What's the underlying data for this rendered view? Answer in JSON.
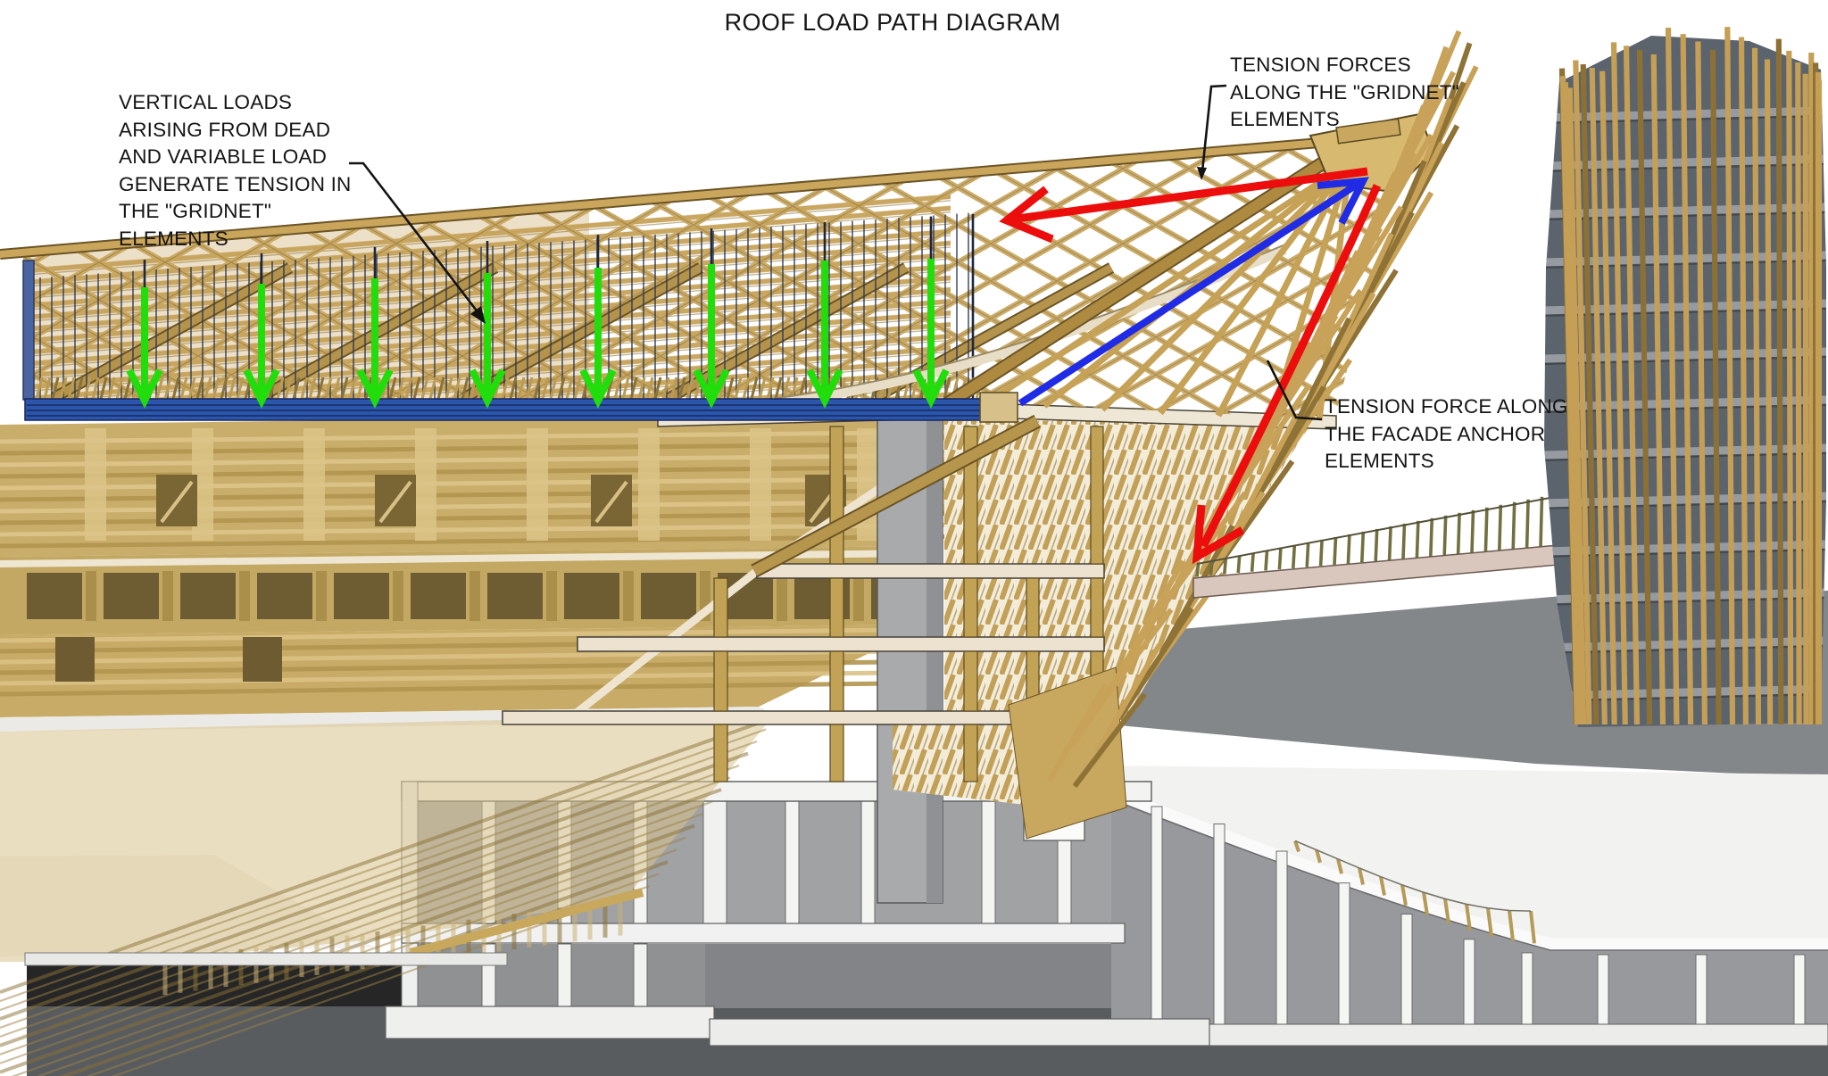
{
  "title": "ROOF LOAD PATH DIAGRAM",
  "annotations": {
    "vertical_loads": {
      "lines": [
        "VERTICAL LOADS",
        "ARISING FROM DEAD",
        "AND VARIABLE LOAD",
        "GENERATE TENSION IN",
        "THE \"GRIDNET\"",
        "ELEMENTS"
      ]
    },
    "gridnet_tension": {
      "lines": [
        "TENSION FORCES",
        "ALONG THE \"GRIDNET\"",
        "ELEMENTS"
      ]
    },
    "facade_anchor_tension": {
      "lines": [
        "TENSION FORCE ALONG",
        "THE FACADE ANCHOR",
        "ELEMENTS"
      ]
    }
  },
  "forces": {
    "vertical_load_arrows": {
      "count": 8,
      "color": "#22DD0C",
      "direction": "down"
    },
    "gridnet_tension_arrow": {
      "color": "#EC0D0D",
      "direction": "left-along-roof-edge"
    },
    "facade_anchor_arrow": {
      "color": "#EC0D0D",
      "direction": "down-along-facade"
    },
    "gridnet_resultant_arrow": {
      "color": "#1F2BE4",
      "direction": "up-to-roof-apex"
    }
  },
  "scene": {
    "description": "Cut-away section of a timber stadium: gridnet roof lattice with hanger cables, blue lower chord, seating bowl tiers, concrete core, cream floor slabs, white podium levels, pedestrian bridge and timber-slat tower",
    "materials": {
      "timber": "#C9A75F",
      "timber_dark": "#8A7136",
      "slab_cream": "#ECE2CF",
      "concrete_core": "#A9AAAC",
      "podium_white": "#F2F2F1",
      "ground_dark": "#595C5F",
      "backdrop_gray": "#84878A",
      "gridnet_chord_blue": "#2C55AE",
      "hanger_cable": "#2C3752",
      "bridge_deck": "#D9C6BD",
      "tower_glazing": "#5B636D"
    }
  }
}
